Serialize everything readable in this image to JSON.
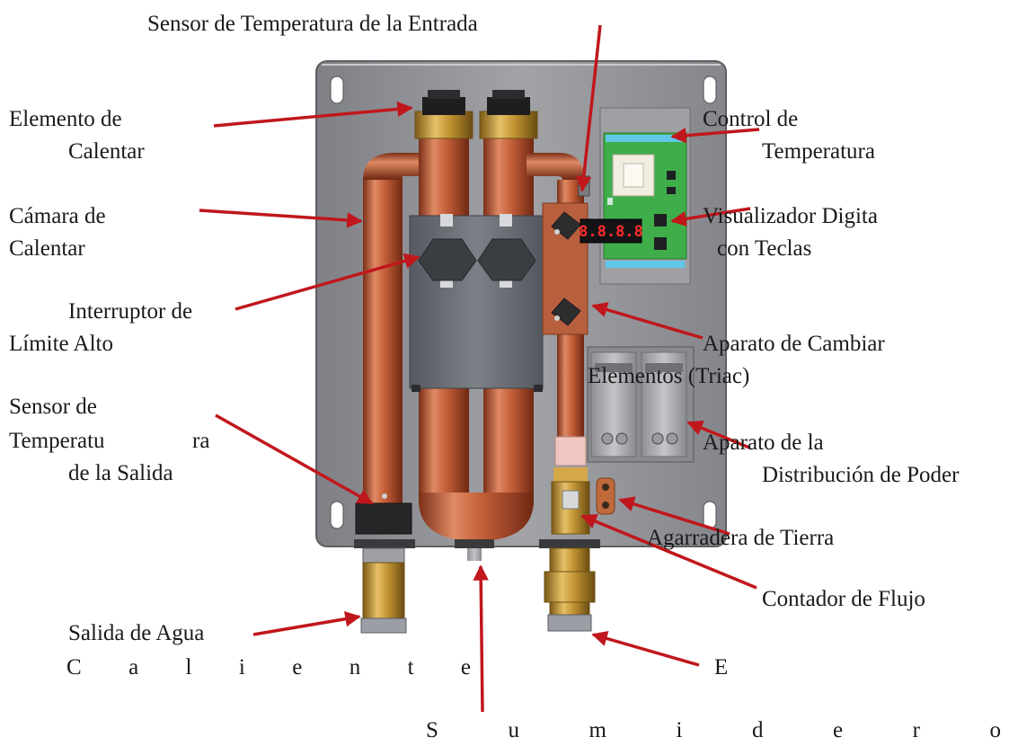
{
  "labels": {
    "sensor_entrada": "Sensor de Temperatura de la Entrada",
    "elemento_1": "Elemento de",
    "elemento_2": "Calentar",
    "camara_1": "Cámara de",
    "camara_2": "Calentar",
    "interruptor_1": "Interruptor de",
    "interruptor_2": "Límite Alto",
    "sensor_salida_1": "Sensor de",
    "sensor_salida_2a": "Temperatu",
    "sensor_salida_2b": "ra",
    "sensor_salida_3": "de la Salida",
    "salida_agua": "Salida de Agua",
    "control_1": "Control de",
    "control_2": "Temperatura",
    "visualizador_1": "Visualizador Digita",
    "visualizador_2": "con Teclas",
    "triac_1": "Aparato de Cambiar",
    "triac_2": "Elementos (Triac)",
    "distribucion_1": "Aparato de la",
    "distribucion_2": "Distribución de Poder",
    "tierra": "Agarradera de Tierra",
    "flujo": "Contador de Flujo",
    "entrada_letter": "E"
  },
  "caliente_letters": [
    "C",
    "a",
    "l",
    "i",
    "e",
    "n",
    "t",
    "e"
  ],
  "sumidero_letters": [
    "S",
    "u",
    "m",
    "i",
    "d",
    "e",
    "r",
    "o"
  ],
  "display_digits": "8.8.8.8",
  "colors": {
    "arrow": "#c0171c",
    "panel": "#8f9094",
    "copper": "#c05e3a",
    "brass": "#c79a3a",
    "pcb": "#3fae4a"
  }
}
